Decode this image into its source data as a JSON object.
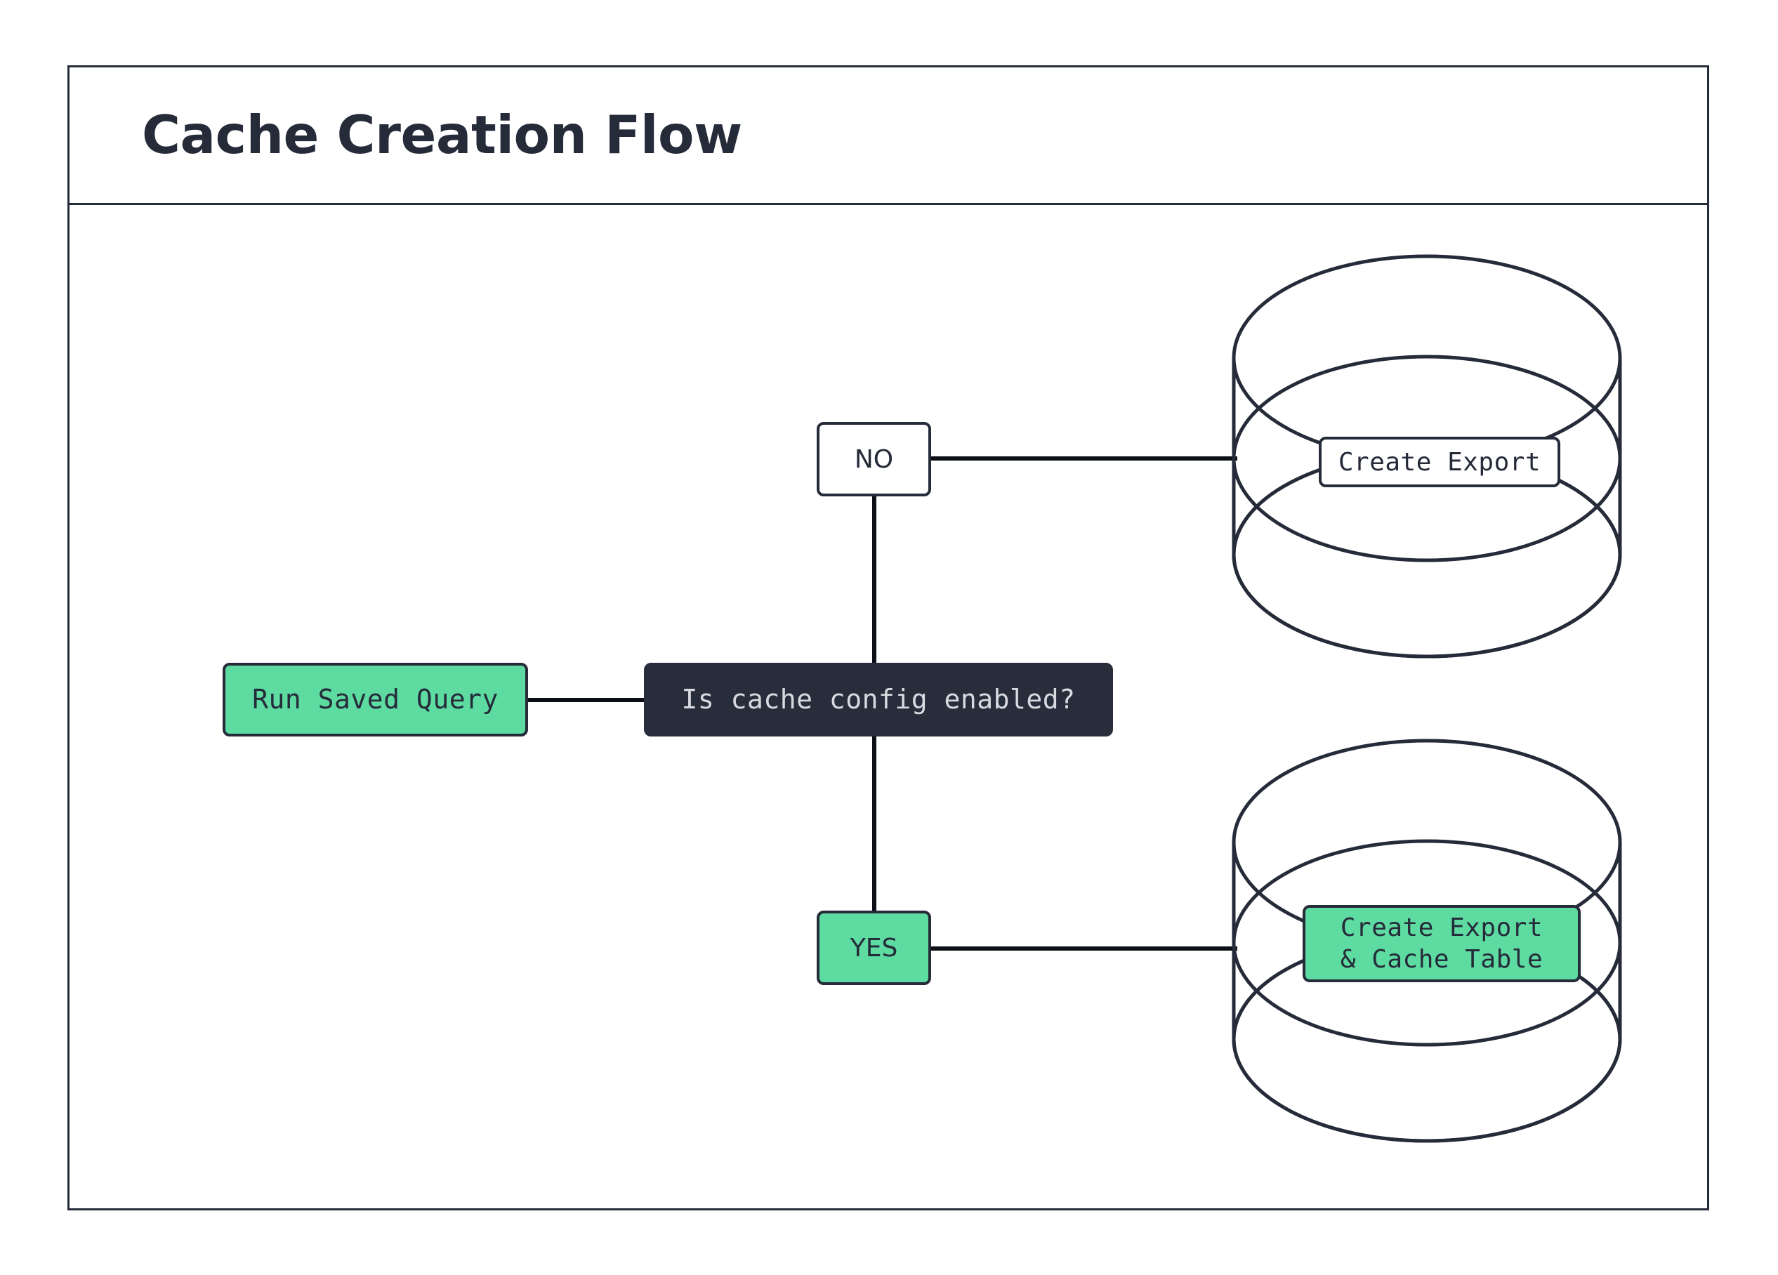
{
  "diagram": {
    "title": "Cache Creation Flow",
    "type": "flowchart",
    "colors": {
      "ink": "#262b3a",
      "dark_node_bg": "#282d3c",
      "dark_node_text": "#d8dae0",
      "green": "#5ddba1",
      "white": "#ffffff"
    },
    "nodes": [
      {
        "id": "run-saved-query",
        "label": "Run Saved Query",
        "shape": "rounded-rect",
        "fill": "green",
        "font": "mono"
      },
      {
        "id": "decision",
        "label": "Is cache config enabled?",
        "shape": "rounded-rect",
        "fill": "dark",
        "font": "mono"
      },
      {
        "id": "branch-no",
        "label": "NO",
        "shape": "rounded-rect",
        "fill": "white",
        "font": "sans"
      },
      {
        "id": "branch-yes",
        "label": "YES",
        "shape": "rounded-rect",
        "fill": "green",
        "font": "sans"
      },
      {
        "id": "database-top",
        "label": "Create Export",
        "shape": "cylinder",
        "fill": "white",
        "font": "mono"
      },
      {
        "id": "database-bottom",
        "label_line1": "Create Export",
        "label_line2": "& Cache Table",
        "shape": "cylinder",
        "fill": "green",
        "font": "mono"
      }
    ],
    "edges": [
      {
        "from": "run-saved-query",
        "to": "decision",
        "label": ""
      },
      {
        "from": "decision",
        "to": "branch-no",
        "label": "NO"
      },
      {
        "from": "branch-no",
        "to": "database-top",
        "label": ""
      },
      {
        "from": "decision",
        "to": "branch-yes",
        "label": "YES"
      },
      {
        "from": "branch-yes",
        "to": "database-bottom",
        "label": ""
      }
    ]
  }
}
